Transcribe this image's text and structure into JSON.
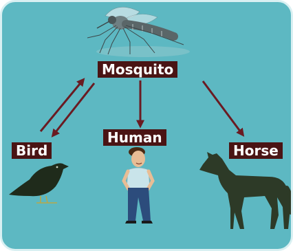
{
  "diagram": {
    "nodes": {
      "mosquito": "Mosquito",
      "human": "Human",
      "bird": "Bird",
      "horse": "Horse"
    },
    "edges": [
      {
        "from": "mosquito",
        "to": "bird"
      },
      {
        "from": "bird",
        "to": "mosquito"
      },
      {
        "from": "mosquito",
        "to": "human"
      },
      {
        "from": "mosquito",
        "to": "horse"
      }
    ]
  },
  "icons": [
    "mosquito-icon",
    "bird-icon",
    "human-icon",
    "horse-icon"
  ],
  "colors": {
    "background": "#5db8c2",
    "label_bg": "#4a1414",
    "arrow": "#6a1b22",
    "silhouette": "#1f2e1c"
  }
}
